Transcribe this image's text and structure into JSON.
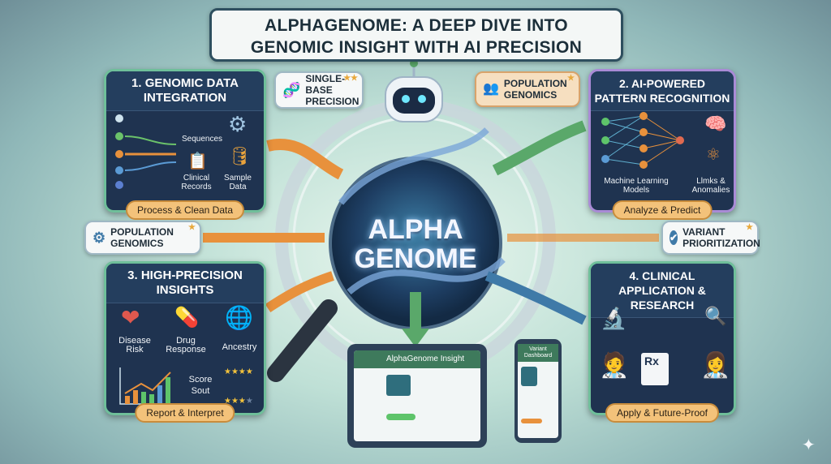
{
  "title": {
    "line1": "ALPHAGENOME: A DEEP DIVE INTO",
    "line2": "GENOMIC INSIGHT WITH AI PRECISION"
  },
  "center": {
    "line1": "ALPHA",
    "line2": "GENOME"
  },
  "callouts": {
    "single_base": {
      "line1": "SINGLE-BASE",
      "line2": "PRECISION",
      "icon": "dna-icon"
    },
    "population_top": {
      "line1": "POPULATION",
      "line2": "GENOMICS",
      "icon": "people-icon"
    },
    "population_left": {
      "line1": "POPULATION",
      "line2": "GENOMICS",
      "icon": "gear-icon"
    },
    "variant": {
      "line1": "VARIANT",
      "line2": "PRIORITIZATION",
      "icon": "check-shield-icon"
    }
  },
  "boxes": {
    "b1": {
      "title": "1. GENOMIC DATA INTEGRATION",
      "items": [
        "Sequences",
        "Clinical Records",
        "Sample Data"
      ],
      "action": "Process & Clean Data"
    },
    "b2": {
      "title": "2. AI-POWERED PATTERN RECOGNITION",
      "items": [
        "Machine Learning Models",
        "Llmks & Anomalies"
      ],
      "action": "Analyze & Predict"
    },
    "b3": {
      "title": "3. HIGH-PRECISION INSIGHTS",
      "items": [
        "Disease Risk",
        "Drug Response",
        "Ancestry",
        "Score",
        "Sout"
      ],
      "action": "Report & Interpret"
    },
    "b4": {
      "title": "4. CLINICAL APPLICATION & RESEARCH",
      "items": [
        "Rx"
      ],
      "action": "Apply & Future-Proof"
    }
  },
  "devices": {
    "tablet_title": "AlphaGenome Insight",
    "phone_title": "Variant Dashboard"
  },
  "colors": {
    "accent_orange": "#e8913c",
    "accent_green": "#5aa86a",
    "panel": "#1f3350",
    "title_border": "#2e4f5f"
  }
}
